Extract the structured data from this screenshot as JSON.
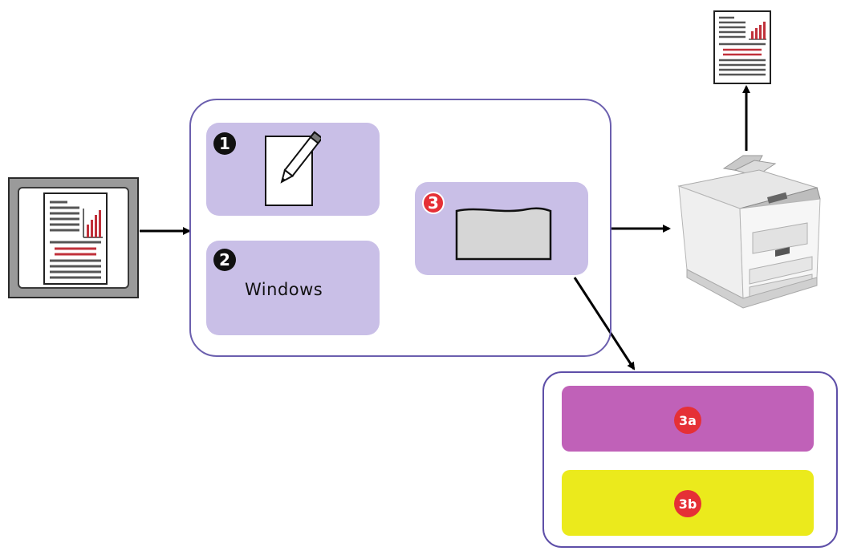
{
  "steps": [
    {
      "badge": "1"
    },
    {
      "badge": "2",
      "label": "Windows"
    },
    {
      "badge": "3"
    }
  ],
  "options": [
    {
      "badge": "3a",
      "color": "#c061b8"
    },
    {
      "badge": "3b",
      "color": "#ebea1c"
    }
  ],
  "colors": {
    "container_border": "#6b5fae",
    "step_fill": "#c9bfe7",
    "badge_red": "#e53036",
    "chart_red": "#c0303a"
  },
  "icons": [
    "document-icon",
    "edit-pencil-icon",
    "printer-icon",
    "window-shape-icon"
  ]
}
